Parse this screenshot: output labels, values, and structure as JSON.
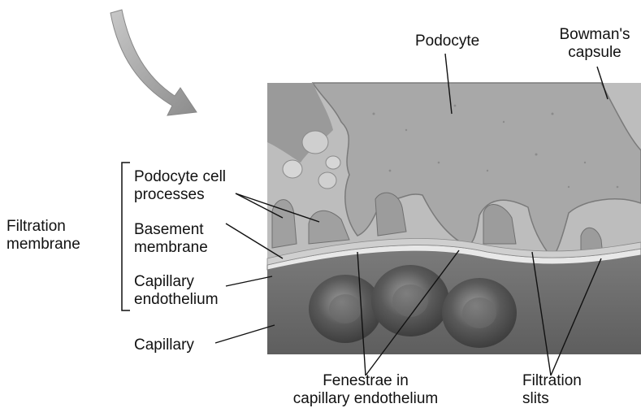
{
  "labels": {
    "podocyte": "Podocyte",
    "bowmans_capsule": [
      "Bowman's",
      "capsule"
    ],
    "filtration_membrane": [
      "Filtration",
      "membrane"
    ],
    "podocyte_cell_processes": [
      "Podocyte cell",
      "processes"
    ],
    "basement_membrane": [
      "Basement",
      "membrane"
    ],
    "capillary_endothelium": [
      "Capillary",
      "endothelium"
    ],
    "capillary": "Capillary",
    "fenestrae": [
      "Fenestrae in",
      "capillary endothelium"
    ],
    "filtration_slits": [
      "Filtration",
      "slits"
    ]
  },
  "colors": {
    "capsule": "#bdbdbd",
    "podocyte": "#a6a6a6",
    "capillary": "#6e6e6e",
    "membrane": "#f2f2f2",
    "arrow": "#9a9a9a"
  }
}
